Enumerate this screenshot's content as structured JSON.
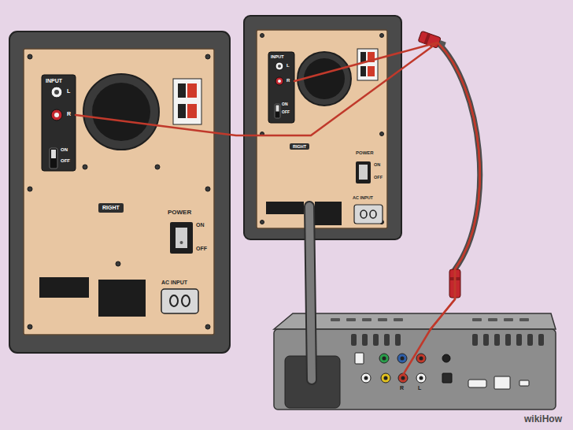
{
  "diagram": {
    "nodes": [
      {
        "text": [
          "POWER",
          "ON",
          "OFF",
          "AC INPUT"
        ]
      },
      {
        "text": [
          "INPUT",
          "L",
          "R",
          "ON",
          "OFF"
        ],
        "in": 0
      },
      {
        "text": [
          "RIGHT"
        ],
        "in": 0
      },
      {
        "text": [
          "POWER",
          "ON",
          "OFF",
          "AC INPUT"
        ]
      },
      {
        "text": [
          "INPUT",
          "L",
          "R",
          "ON",
          "OFF"
        ],
        "in": 3
      },
      {
        "text": [
          "RIGHT"
        ],
        "in": 3
      },
      {
        "text": [
          "R",
          "L"
        ]
      }
    ],
    "edges": [
      {
        "from": 6,
        "to": 1,
        "arrow": "none"
      },
      {
        "from": 6,
        "to": 4,
        "arrow": "none"
      }
    ],
    "labels": [
      "wikiHow"
    ]
  }
}
